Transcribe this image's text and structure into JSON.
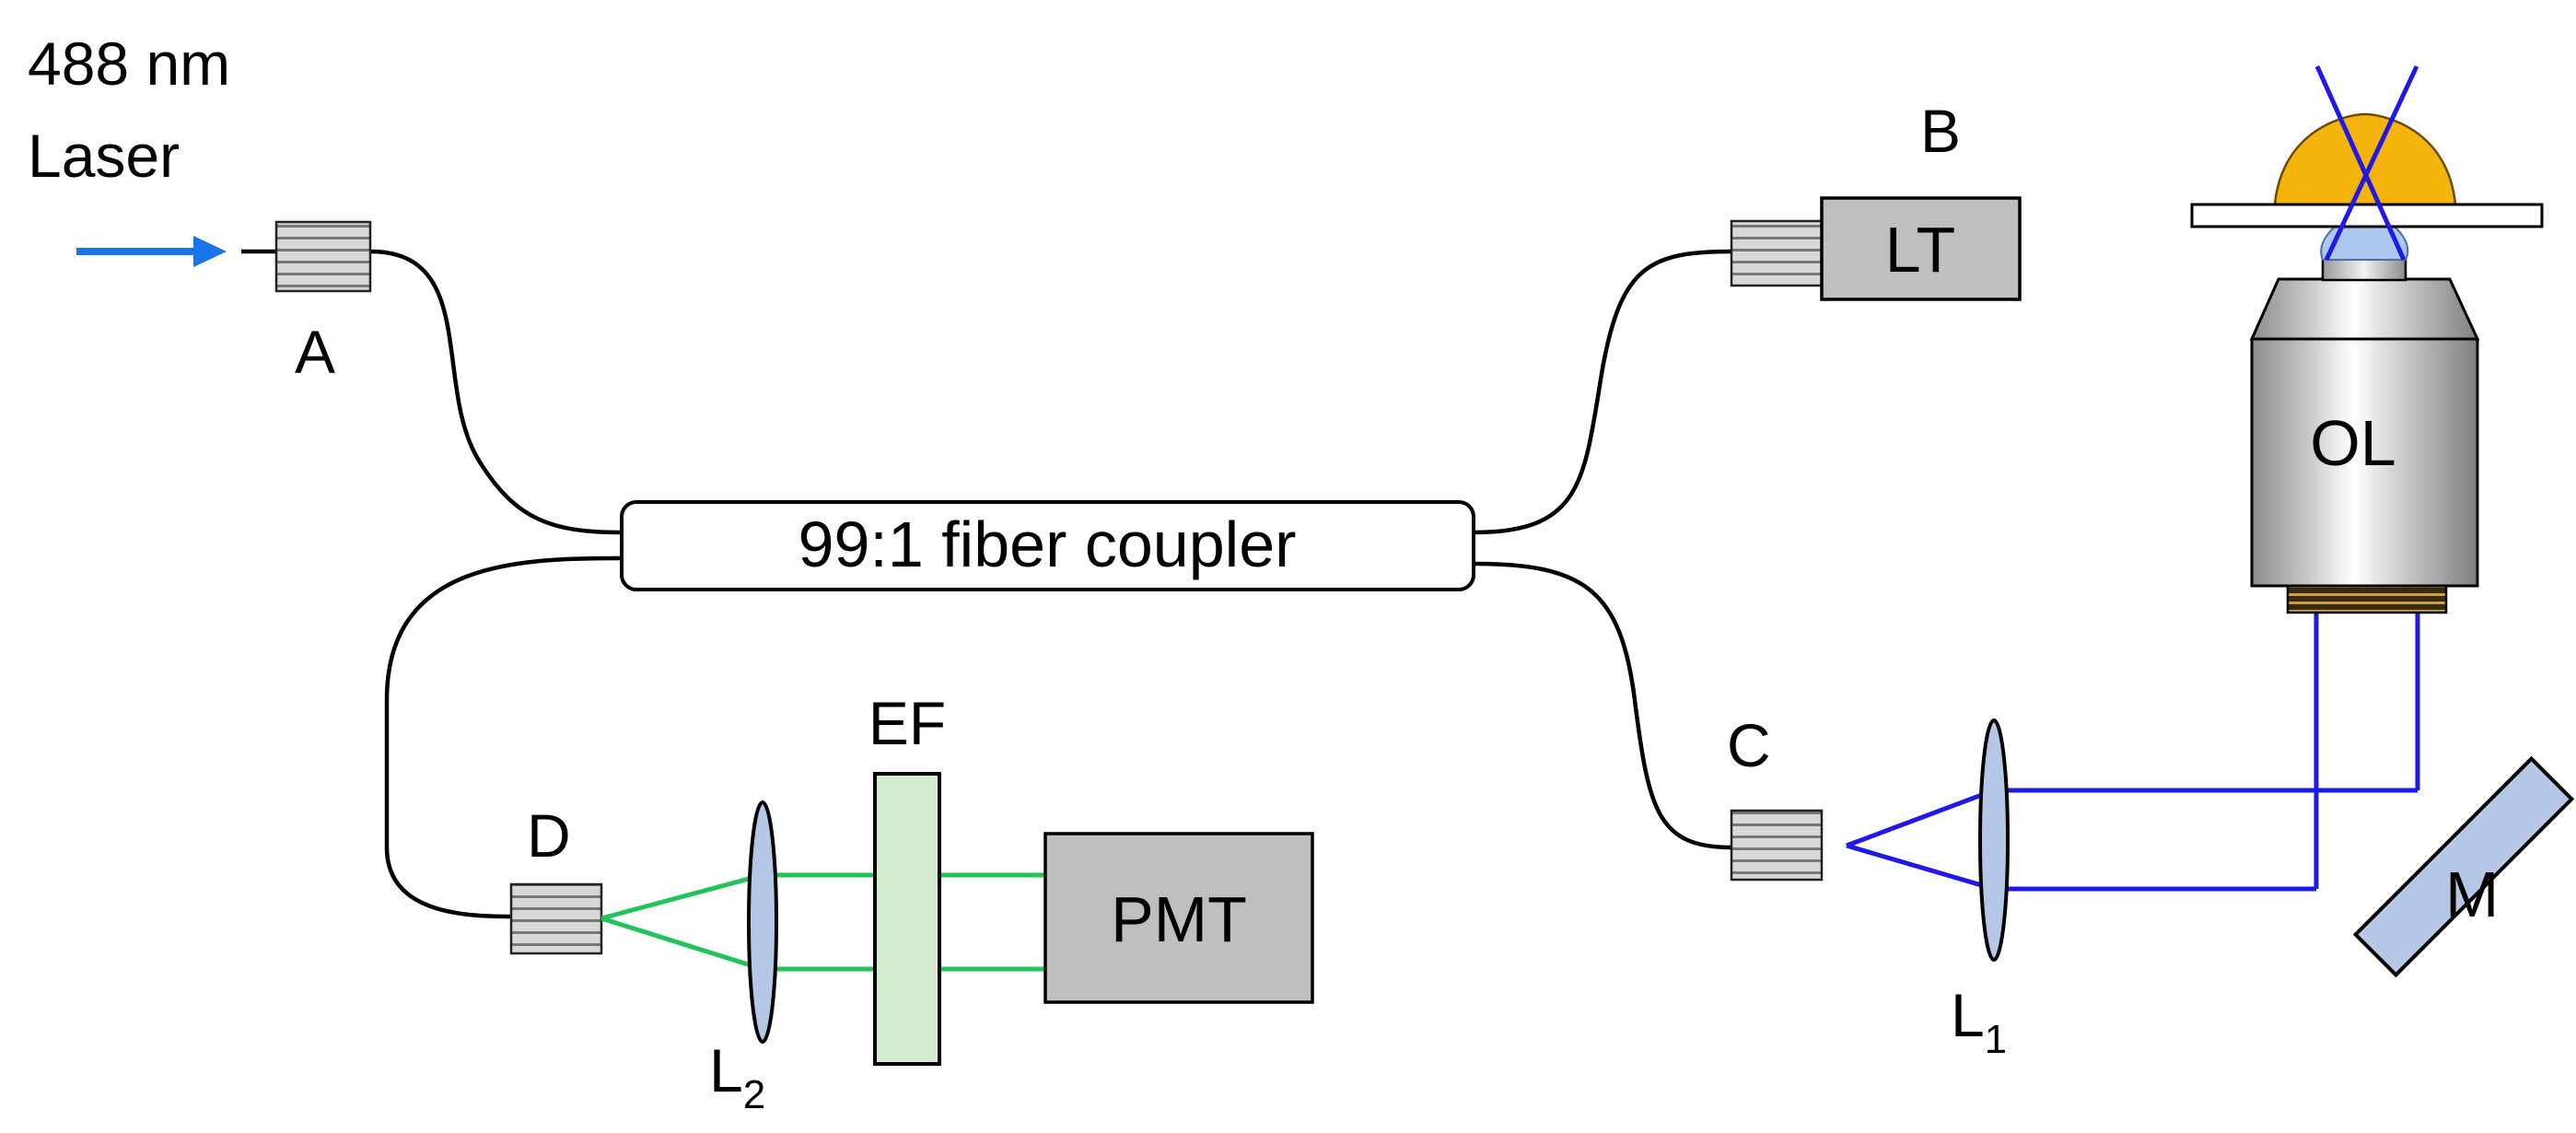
{
  "source": {
    "line1": "488 nm",
    "line2": "Laser"
  },
  "ports": {
    "a": "A",
    "b": "B",
    "c": "C",
    "d": "D"
  },
  "coupler_label": "99:1 fiber coupler",
  "boxes": {
    "lt": "LT",
    "pmt": "PMT",
    "ol": "OL"
  },
  "filter_label": "EF",
  "mirror_label": "M",
  "lens1": {
    "main": "L",
    "sub": "1"
  },
  "lens2": {
    "main": "L",
    "sub": "2"
  },
  "colors": {
    "excitation_beam": "#1f18e6",
    "emission_beam": "#22c35a",
    "laser_arrow": "#1a73e8",
    "sample": "#f5b40c",
    "optic_fill": "#b4c7e7",
    "filter_fill": "#d4edd0",
    "instrument_fill": "#bfbfbf",
    "objective_fill": "#b3b3b3"
  }
}
